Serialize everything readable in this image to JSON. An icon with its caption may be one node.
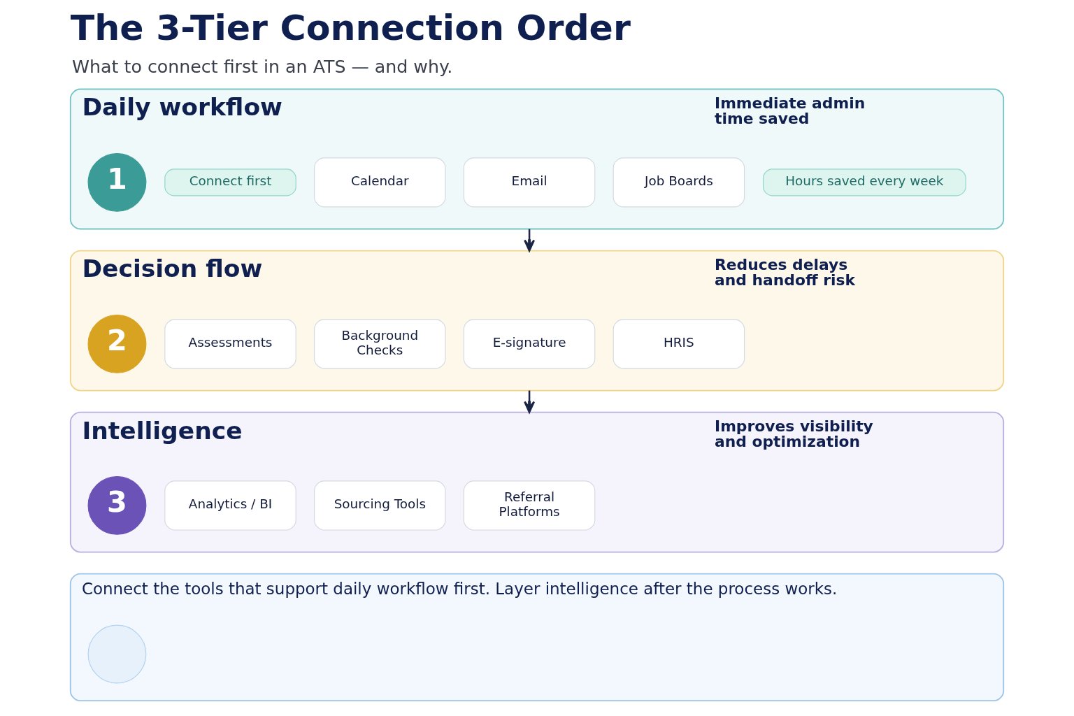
{
  "diagram": {
    "title": "The 3-Tier Connection Order",
    "nodes": [
      {
        "text": [
          "Daily workflow",
          "Immediate admin time saved"
        ]
      },
      {
        "text": [
          "1"
        ],
        "in": 0
      },
      {
        "text": [
          "Connect first"
        ],
        "in": 0
      },
      {
        "text": [
          "Calendar"
        ],
        "in": 0
      },
      {
        "text": [
          "Email"
        ],
        "in": 0
      },
      {
        "text": [
          "Job Boards"
        ],
        "in": 0
      },
      {
        "text": [
          "Hours saved every week"
        ],
        "in": 0
      },
      {
        "text": [
          "Decision flow",
          "Reduces delays and handoff risk"
        ]
      },
      {
        "text": [
          "2"
        ],
        "in": 7
      },
      {
        "text": [
          "Assessments"
        ],
        "in": 7
      },
      {
        "text": [
          "Background Checks"
        ],
        "in": 7
      },
      {
        "text": [
          "E-signature"
        ],
        "in": 7
      },
      {
        "text": [
          "HRIS"
        ],
        "in": 7
      },
      {
        "text": [
          "Intelligence",
          "Improves visibility and optimization"
        ]
      },
      {
        "text": [
          "3"
        ],
        "in": 13
      },
      {
        "text": [
          "Analytics / BI"
        ],
        "in": 13
      },
      {
        "text": [
          "Sourcing Tools"
        ],
        "in": 13
      },
      {
        "text": [
          "Referral Platforms"
        ],
        "in": 13
      },
      {
        "text": [
          "Connect the tools that support daily workflow first. Layer intelligence after the process works."
        ]
      },
      {
        "text": [],
        "shape": "circle",
        "in": 18
      }
    ],
    "edges": [
      {
        "from": 0,
        "to": 7,
        "arrow": "to"
      },
      {
        "from": 7,
        "to": 13,
        "arrow": "to"
      }
    ],
    "labels": [
      "What to connect first in an ATS — and why."
    ]
  }
}
